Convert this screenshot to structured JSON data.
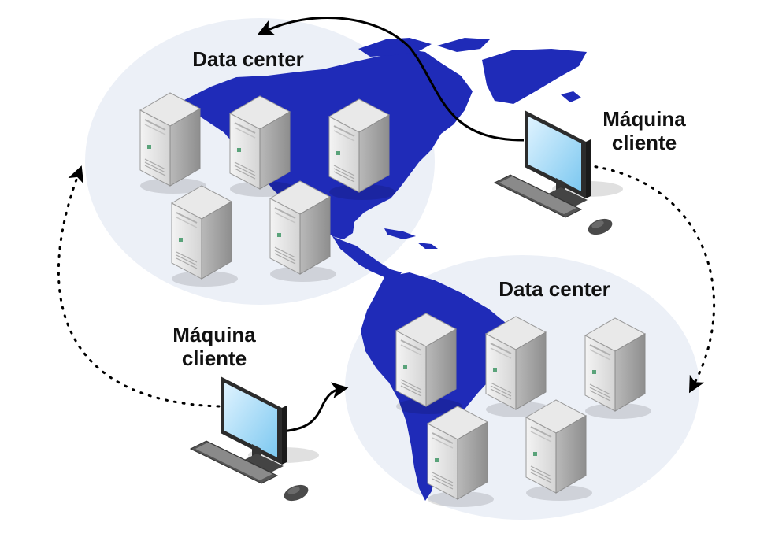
{
  "datacenter_top": {
    "title": "Data center"
  },
  "datacenter_bottom": {
    "title": "Data center"
  },
  "client_right": {
    "line1": "Máquina",
    "line2": "cliente"
  },
  "client_left": {
    "line1": "Máquina",
    "line2": "cliente"
  },
  "colors": {
    "map": "#1f2bb8",
    "ellipse": "#ecf0f7",
    "arrow": "#000000"
  },
  "icons": [
    "server-icon",
    "client-computer-icon",
    "world-map-americas"
  ]
}
